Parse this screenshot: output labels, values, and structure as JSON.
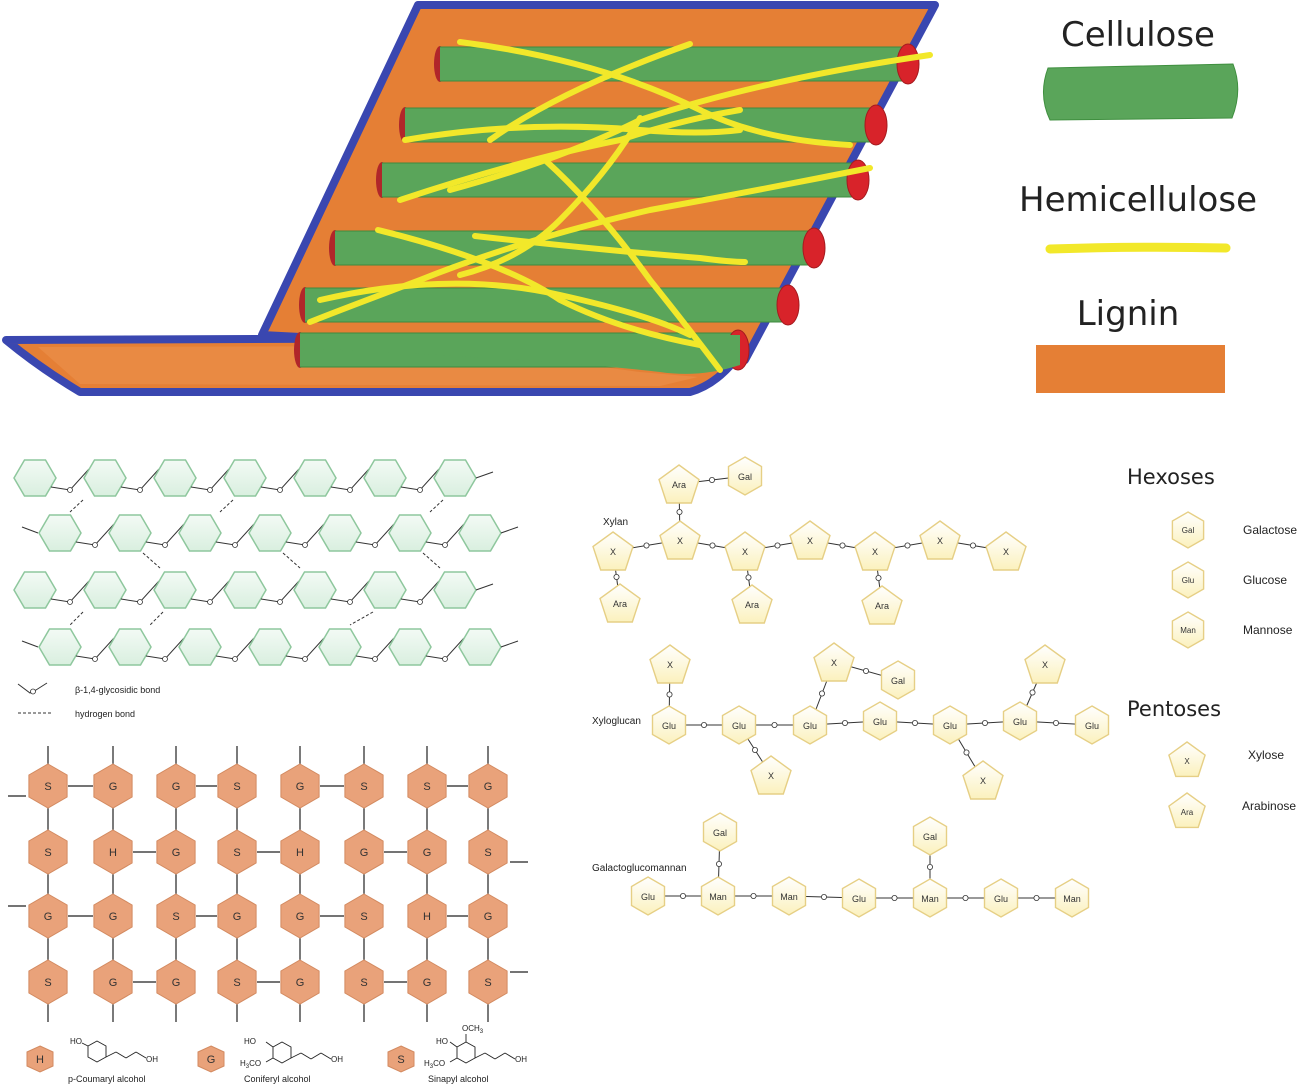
{
  "legend_top": {
    "cellulose": "Cellulose",
    "hemicellulose": "Hemicellulose",
    "lignin": "Lignin",
    "colors": {
      "cellulose": "#5aa55a",
      "hemicellulose": "#f2e82a",
      "lignin": "#e57f35",
      "border": "#3a47b0",
      "fiber_end": "#d8232a"
    }
  },
  "cellulose_key": {
    "glyco": "β-1,4-glycosidic bond",
    "hbond": "hydrogen bond"
  },
  "lignin_grid": {
    "rows": [
      [
        "S",
        "G",
        "G",
        "S",
        "G",
        "S",
        "S",
        "G"
      ],
      [
        "S",
        "H",
        "G",
        "S",
        "H",
        "G",
        "G",
        "S"
      ],
      [
        "G",
        "G",
        "S",
        "G",
        "G",
        "S",
        "H",
        "G"
      ],
      [
        "S",
        "G",
        "G",
        "S",
        "G",
        "S",
        "G",
        "S"
      ]
    ],
    "monomers": [
      {
        "letter": "H",
        "name": "p-Coumaryl alcohol"
      },
      {
        "letter": "G",
        "name": "Coniferyl alcohol"
      },
      {
        "letter": "S",
        "name": "Sinapyl alcohol"
      }
    ],
    "chem": {
      "ho": "HO",
      "oh": "OH",
      "och3": "OCH",
      "three": "3",
      "h3co": "H",
      "h3co_b": "3",
      "h3co_c": "CO"
    }
  },
  "hemi": {
    "xylan_label": "Xylan",
    "xyloglucan_label": "Xyloglucan",
    "gal_label": "Galactoglucomannan",
    "xylan": {
      "top_ara": "Ara",
      "top_gal": "Gal",
      "main": [
        "X",
        "X",
        "X",
        "X",
        "X",
        "X",
        "X"
      ],
      "branches": [
        "Ara",
        "Ara",
        "Ara"
      ]
    },
    "xyloglucan": {
      "main": [
        "Glu",
        "Glu",
        "Glu",
        "Glu",
        "Glu",
        "Glu",
        "Glu"
      ],
      "top": [
        "X",
        "X",
        "Gal",
        "X"
      ],
      "bottom": [
        "X",
        "X"
      ]
    },
    "galacto": {
      "main": [
        "Glu",
        "Man",
        "Man",
        "Glu",
        "Man",
        "Glu",
        "Man"
      ],
      "top": [
        "Gal",
        "Gal"
      ]
    }
  },
  "hemi_legend": {
    "hexoses": "Hexoses",
    "pentoses": "Pentoses",
    "hex_items": [
      {
        "abbr": "Gal",
        "name": "Galactose"
      },
      {
        "abbr": "Glu",
        "name": "Glucose"
      },
      {
        "abbr": "Man",
        "name": "Mannose"
      }
    ],
    "pent_items": [
      {
        "abbr": "X",
        "name": "Xylose"
      },
      {
        "abbr": "Ara",
        "name": "Arabinose"
      }
    ]
  }
}
